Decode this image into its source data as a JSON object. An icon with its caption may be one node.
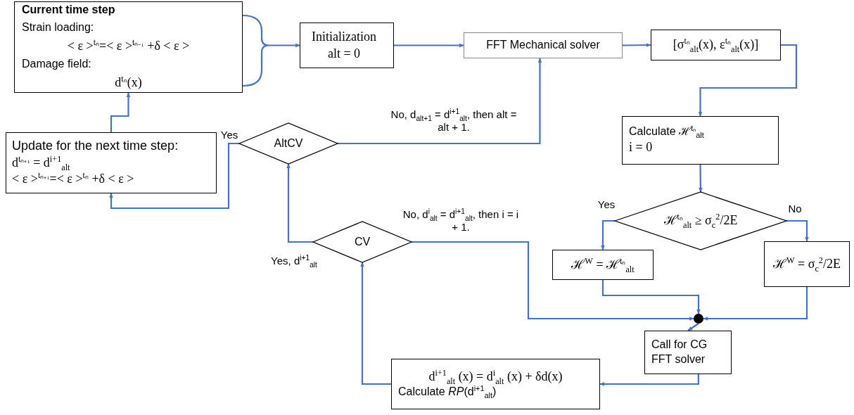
{
  "diagram": {
    "nodes": [
      {
        "text": [
          "Current time step",
          "Strain loading:",
          "< ε >$^{tₙ}$=< ε >$^{tₙ₋₁}$ +δ < ε >",
          "Damage field:",
          "d$^{tₙ}$(x)"
        ]
      },
      {
        "text": [
          "Initialization alt = 0"
        ]
      },
      {
        "text": [
          "FFT Mechanical solver"
        ]
      },
      {
        "text": [
          "[σ$^{tₙ}$$_{alt}$(x), ε$^{tₙ}$$_{alt}$(x)]"
        ]
      },
      {
        "text": [
          "Calculate ℋ$^{tₙ}$$_{alt}$",
          "i = 0"
        ]
      },
      {
        "text": [
          "ℋ$^{tₙ}$$_{alt}$ ≥ σ$_{c}$$^{2}$/2E"
        ]
      },
      {
        "text": [
          "ℋ$^{W}$ = ℋ$^{tₙ}$$_{alt}$"
        ]
      },
      {
        "text": [
          "ℋ$^{W}$ = σ$_{c}$$^{2}$/2E"
        ]
      },
      {
        "text": [],
        "shape": "circle"
      },
      {
        "text": [
          "Call for CG FFT solver"
        ]
      },
      {
        "text": [
          "d$^{i+1}$$_{alt}$ (x) = d$^{i}$$_{alt}$ (x) + δd(x)",
          "Calculate *RP*(d$^{i+1}$$_{alt}$)"
        ]
      },
      {
        "text": [
          "CV"
        ]
      },
      {
        "text": [
          "AltCV"
        ]
      },
      {
        "text": [
          "Update for the next time step:",
          "d$^{tₙ₊₁}$ = d$^{i+1}$$_{alt}$",
          "< ε >$^{tₙ₊₁}$=< ε >$^{tₙ}$ +δ < ε >"
        ]
      }
    ],
    "edges": [
      {
        "from": 0,
        "to": 1,
        "arrow": "to"
      },
      {
        "from": 1,
        "to": 2,
        "arrow": "to"
      },
      {
        "from": 2,
        "to": 3,
        "arrow": "to"
      },
      {
        "from": 3,
        "to": 4,
        "arrow": "to"
      },
      {
        "from": 4,
        "to": 5,
        "arrow": "to"
      },
      {
        "from": 5,
        "to": 6,
        "arrow": "to",
        "label": "Yes"
      },
      {
        "from": 5,
        "to": 7,
        "arrow": "to",
        "label": "No"
      },
      {
        "from": 6,
        "to": 8,
        "arrow": "to"
      },
      {
        "from": 7,
        "to": 8,
        "arrow": "to"
      },
      {
        "from": 11,
        "to": 8,
        "arrow": "to",
        "label": "No, d$^{i}$$_{alt}$ = d$^{i+1}$$_{alt}$, then i = i + 1."
      },
      {
        "from": 8,
        "to": 9,
        "arrow": "to"
      },
      {
        "from": 9,
        "to": 10,
        "arrow": "to"
      },
      {
        "from": 10,
        "to": 11,
        "arrow": "to"
      },
      {
        "from": 11,
        "to": 12,
        "arrow": "to",
        "label": "Yes, d$^{i+1}$$_{alt}$"
      },
      {
        "from": 12,
        "to": 2,
        "arrow": "to",
        "label": "No, d$_{alt+1}$ = d$^{i+1}$$_{alt}$, then alt = alt + 1."
      },
      {
        "from": 12,
        "to": 13,
        "arrow": "to",
        "label": "Yes"
      },
      {
        "from": 13,
        "to": 0,
        "arrow": "to"
      }
    ]
  }
}
